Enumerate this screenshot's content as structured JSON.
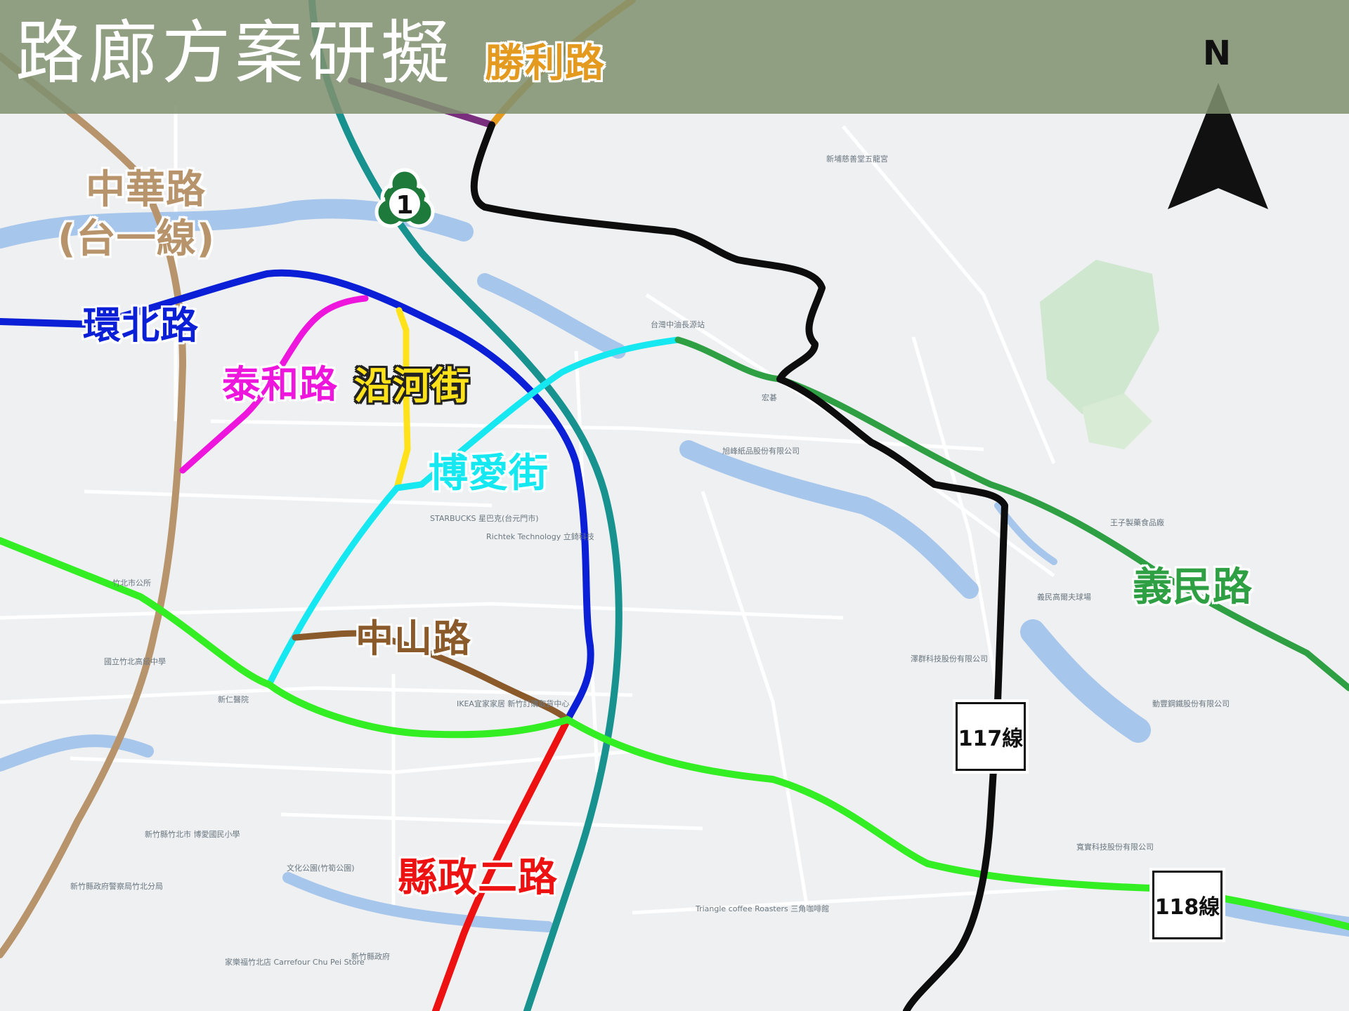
{
  "title": "路廊方案研擬",
  "north": "N",
  "colors": {
    "hwy1": "#17928f",
    "chunghua": "#b7946b",
    "huanbei": "#0b1fd6",
    "taihe": "#ee15dd",
    "yanhe": "#ffe21a",
    "boai": "#15e8f0",
    "zhongshan": "#8b5a2b",
    "xianzheng": "#ee1111",
    "line117": "#0d0d0d",
    "line118": "#33ee22",
    "yimin": "#2ea043",
    "shengli": "#e39a1e",
    "purple": "#7a2f7e"
  },
  "roads": {
    "shengli": "勝利路",
    "huanbei": "環北路",
    "taihe": "泰和路",
    "yanhe": "沿河街",
    "boai": "博愛街",
    "zhongshan": "中山路",
    "xianzheng": "縣政二路",
    "yimin": "義民路",
    "chunghua_1": "中華路",
    "chunghua_2": "(台一線)"
  },
  "shields": {
    "hwy1": "1",
    "line117": "117線",
    "line118": "118線"
  },
  "pois": [
    "台灣中油長源站",
    "新埔慈善堂五龍宮",
    "宏碁",
    "旭峰紙品股份有限公司",
    "義民高爾夫球場",
    "王子製藥食品廠",
    "動豐鋼鐵股份有限公司",
    "澤群科技股份有限公司",
    "Richtek Technology 立錡科技",
    "STARBUCKS 星巴克(台元門市)",
    "IKEA宜家家居 新竹訂購取貨中心",
    "竹北市公所",
    "新仁醫院",
    "國立竹北高級中學",
    "新竹縣竹北市 博愛國民小學",
    "新竹縣政府警察局竹北分局",
    "文化公園(竹筍公園)",
    "Triangle coffee Roasters 三角咖啡館",
    "新竹縣政府",
    "家樂福竹北店 Carrefour Chu Pei Store",
    "寬實科技股份有限公司"
  ]
}
